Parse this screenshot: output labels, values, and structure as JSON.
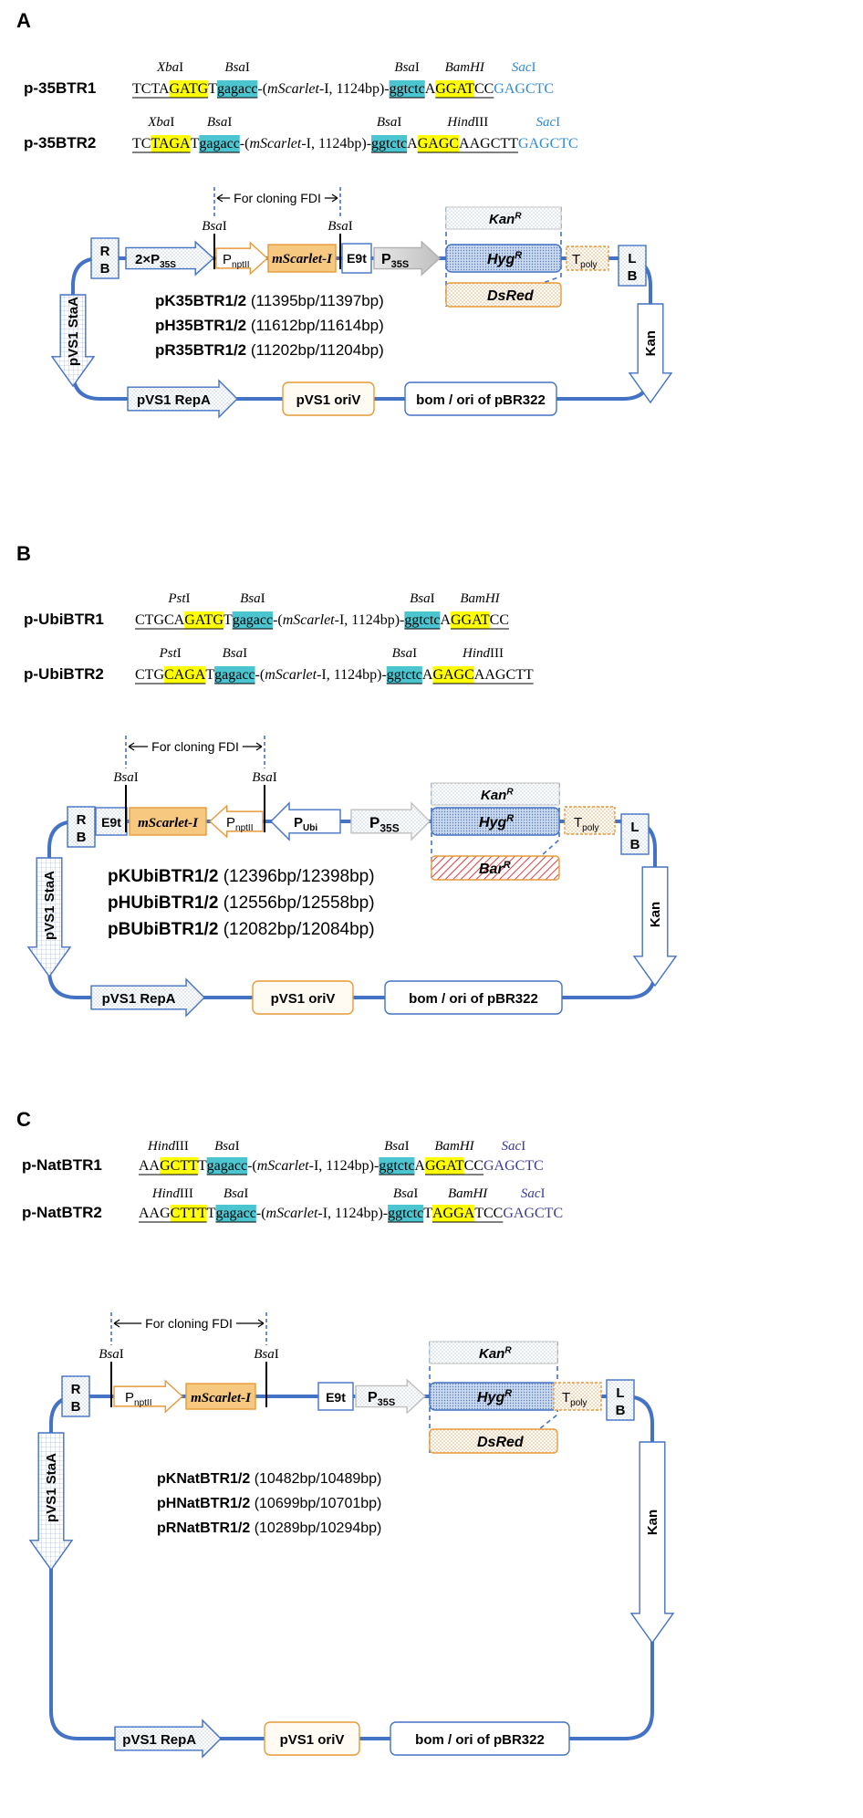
{
  "colors": {
    "backbone": "#4472c4",
    "yellow_highlight": "#ffff00",
    "cyan_highlight": "#4bc5d0",
    "sac_text": "#2e8bd8",
    "sac_text_c": "#3a3a9a",
    "mscarlet_fill": "#f6c880",
    "orange_border": "#e69a3a",
    "blue_border": "#4472c4",
    "bar_hatch": "#e33b3b"
  },
  "panels": [
    {
      "letter": "A",
      "constructs": [
        {
          "name": "p-35BTR1",
          "site1": "XbaI",
          "site2": "BsaI",
          "site3": "BsaI",
          "site4": "BamHI",
          "site5": "SacI",
          "seq_a": "TCTA",
          "seq_b": "GATG",
          "seq_c": "T",
          "seq_d": "gagacc",
          "seq_mid": "-(mScarlet-I, 1124bp)-",
          "seq_e": "ggtctc",
          "seq_f": "A",
          "seq_g": "GGAT",
          "seq_h": "CC",
          "seq_i": "GAGCTC"
        },
        {
          "name": "p-35BTR2",
          "site1": "XbaI",
          "site2": "BsaI",
          "site3": "BsaI",
          "site4": "HindIII",
          "site5": "SacI",
          "seq_a": "TC",
          "seq_b": "TAGA",
          "seq_c": "T",
          "seq_d": "gagacc",
          "seq_mid": "-(mScarlet-I, 1124bp)-",
          "seq_e": "ggtctc",
          "seq_f": "A",
          "seq_g": "GAGC",
          "seq_h": "AAGCTT",
          "seq_i": "GAGCTC"
        }
      ],
      "map": {
        "cloning_label": "For cloning FDI",
        "bsa_left": "BsaI",
        "bsa_right": "BsaI",
        "rb": "RB",
        "lb": "LB",
        "promoter1": "2×P35S",
        "promoter2": "PnptII",
        "reporter": "mScarlet-I",
        "terminator1": "E9t",
        "promoter3": "P35S",
        "marker_top": "KanR",
        "marker_mid": "HygR",
        "marker_bot": "DsRed",
        "terminator2": "Tpoly",
        "left_arrow": "pVS1 StaA",
        "right_arrow": "Kan",
        "bottom1": "pVS1 RepA",
        "bottom2": "pVS1 oriV",
        "bottom3": "bom / ori of pBR322",
        "plasmids": [
          {
            "name": "pK35BTR1/2",
            "size": "(11395bp/11397bp)"
          },
          {
            "name": "pH35BTR1/2",
            "size": "(11612bp/11614bp)"
          },
          {
            "name": "pR35BTR1/2",
            "size": "(11202bp/11204bp)"
          }
        ]
      }
    },
    {
      "letter": "B",
      "constructs": [
        {
          "name": "p-UbiBTR1",
          "site1": "PstI",
          "site2": "BsaI",
          "site3": "BsaI",
          "site4": "BamHI",
          "seq_a": "CTGCA",
          "seq_b": "GATG",
          "seq_c": "T",
          "seq_d": "gagacc",
          "seq_mid": "-(mScarlet-I, 1124bp)-",
          "seq_e": "ggtctc",
          "seq_f": "A",
          "seq_g": "GGAT",
          "seq_h": "CC"
        },
        {
          "name": "p-UbiBTR2",
          "site1": "PstI",
          "site2": "BsaI",
          "site3": "BsaI",
          "site4": "HindIII",
          "seq_a": "CTG",
          "seq_b": "CAGA",
          "seq_c": "T",
          "seq_d": "gagacc",
          "seq_mid": "-(mScarlet-I, 1124bp)-",
          "seq_e": "ggtctc",
          "seq_f": "A",
          "seq_g": "GAGC",
          "seq_h": "AAGCTT"
        }
      ],
      "map": {
        "cloning_label": "For cloning FDI",
        "bsa_left": "BsaI",
        "bsa_right": "BsaI",
        "rb": "RB",
        "lb": "LB",
        "terminator1": "E9t",
        "reporter": "mScarlet-I",
        "promoter2": "PnptII",
        "promoter_ubi": "PUbi",
        "promoter3": "P35S",
        "marker_top": "KanR",
        "marker_mid": "HygR",
        "marker_bot": "BarR",
        "terminator2": "Tpoly",
        "left_arrow": "pVS1 StaA",
        "right_arrow": "Kan",
        "bottom1": "pVS1 RepA",
        "bottom2": "pVS1 oriV",
        "bottom3": "bom / ori of pBR322",
        "plasmids": [
          {
            "name": "pKUbiBTR1/2",
            "size": "(12396bp/12398bp)"
          },
          {
            "name": "pHUbiBTR1/2",
            "size": "(12556bp/12558bp)"
          },
          {
            "name": "pBUbiBTR1/2",
            "size": "(12082bp/12084bp)"
          }
        ]
      }
    },
    {
      "letter": "C",
      "constructs": [
        {
          "name": "p-NatBTR1",
          "site1": "HindIII",
          "site2": "BsaI",
          "site3": "BsaI",
          "site4": "BamHI",
          "site5": "SacI",
          "seq_a": "AA",
          "seq_b": "GCTT",
          "seq_c": "T",
          "seq_d": "gagacc",
          "seq_mid": "-(mScarlet-I, 1124bp)-",
          "seq_e": "ggtctc",
          "seq_f": "A",
          "seq_g": "GGAT",
          "seq_h": "CC",
          "seq_i": "GAGCTC"
        },
        {
          "name": "p-NatBTR2",
          "site1": "HindIII",
          "site2": "BsaI",
          "site3": "BsaI",
          "site4": "BamHI",
          "site5": "SacI",
          "seq_a": "AAG",
          "seq_b": "CTTT",
          "seq_c": "T",
          "seq_d": "gagacc",
          "seq_mid": "-(mScarlet-I, 1124bp)-",
          "seq_e": "ggtctc",
          "seq_f": "T",
          "seq_g": "AGGA",
          "seq_h": "TCC",
          "seq_i": "GAGCTC"
        }
      ],
      "map": {
        "cloning_label": "For cloning FDI",
        "bsa_left": "BsaI",
        "bsa_right": "BsaI",
        "rb": "RB",
        "lb": "LB",
        "promoter2": "PnptII",
        "reporter": "mScarlet-I",
        "terminator1": "E9t",
        "promoter3": "P35S",
        "marker_top": "KanR",
        "marker_mid": "HygR",
        "marker_bot": "DsRed",
        "terminator2": "Tpoly",
        "left_arrow": "pVS1 StaA",
        "right_arrow": "Kan",
        "bottom1": "pVS1 RepA",
        "bottom2": "pVS1 oriV",
        "bottom3": "bom / ori of pBR322",
        "plasmids": [
          {
            "name": "pKNatBTR1/2",
            "size": "(10482bp/10489bp)"
          },
          {
            "name": "pHNatBTR1/2",
            "size": "(10699bp/10701bp)"
          },
          {
            "name": "pRNatBTR1/2",
            "size": "(10289bp/10294bp)"
          }
        ]
      }
    }
  ]
}
